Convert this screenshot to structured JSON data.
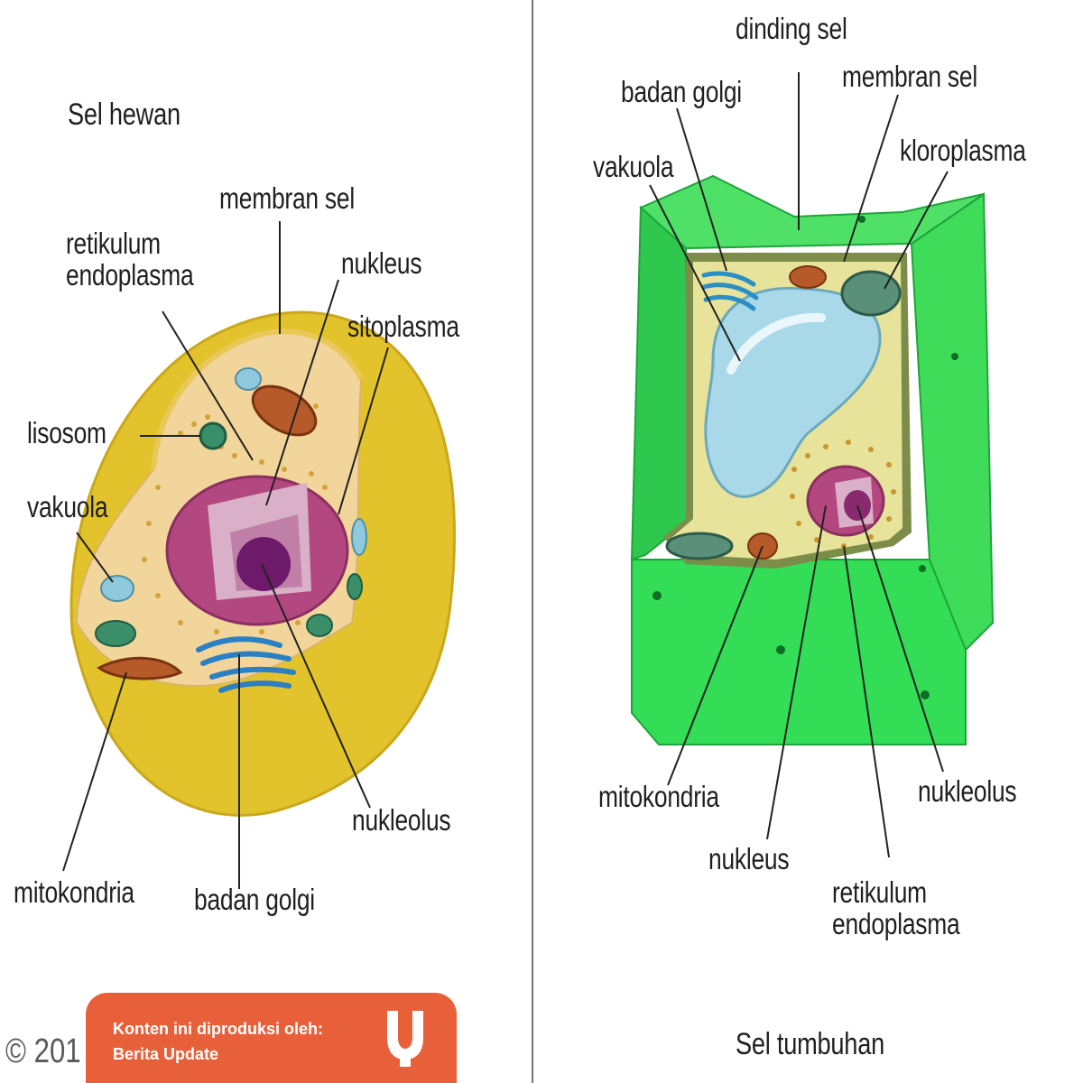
{
  "animal_cell": {
    "title": "Sel hewan",
    "labels": {
      "membran_sel": "membran sel",
      "retikulum_endoplasma": [
        "retikulum",
        "endoplasma"
      ],
      "nukleus": "nukleus",
      "sitoplasma": "sitoplasma",
      "lisosom": "lisosom",
      "vakuola": "vakuola",
      "nukleolus": "nukleolus",
      "mitokondria": "mitokondria",
      "badan_golgi": "badan golgi"
    }
  },
  "plant_cell": {
    "title": "Sel tumbuhan",
    "labels": {
      "dinding_sel": "dinding sel",
      "membran_sel": "membran sel",
      "badan_golgi": "badan golgi",
      "kloroplasma": "kloroplasma",
      "vakuola": "vakuola",
      "mitokondria": "mitokondria",
      "nukleolus": "nukleolus",
      "nukleus": "nukleus",
      "retikulum_endoplasma": [
        "retikulum",
        "endoplasma"
      ]
    }
  },
  "copyright": "© 201",
  "banner": {
    "line1": "Konten ini diproduksi oleh:",
    "line2": "Berita Update",
    "logo_icon": "kumparan-logo-icon"
  },
  "colors": {
    "animal_outer": "#e3c32c",
    "animal_cytoplasm": "#f2d59a",
    "nucleus": "#b2487f",
    "plant_wall": "#33dd55",
    "plant_cytoplasm": "#e8e39a",
    "vacuole": "#a9d9e9",
    "banner": "#e8603a"
  }
}
